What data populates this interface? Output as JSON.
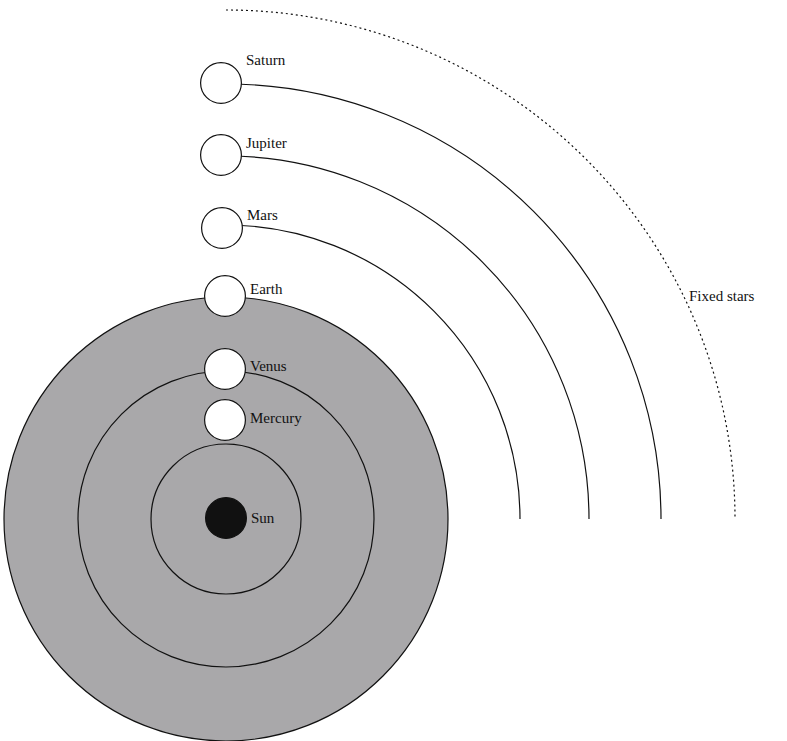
{
  "diagram": {
    "nodes": [
      {
        "text": [
          "Saturn"
        ]
      },
      {
        "text": [
          "Jupiter"
        ]
      },
      {
        "text": [
          "Mars"
        ]
      },
      {
        "text": [
          "Earth"
        ]
      },
      {
        "text": [
          "Venus"
        ]
      },
      {
        "text": [
          "Mercury"
        ]
      },
      {
        "text": [
          "Sun"
        ]
      }
    ],
    "labels": [
      "Fixed stars"
    ]
  }
}
